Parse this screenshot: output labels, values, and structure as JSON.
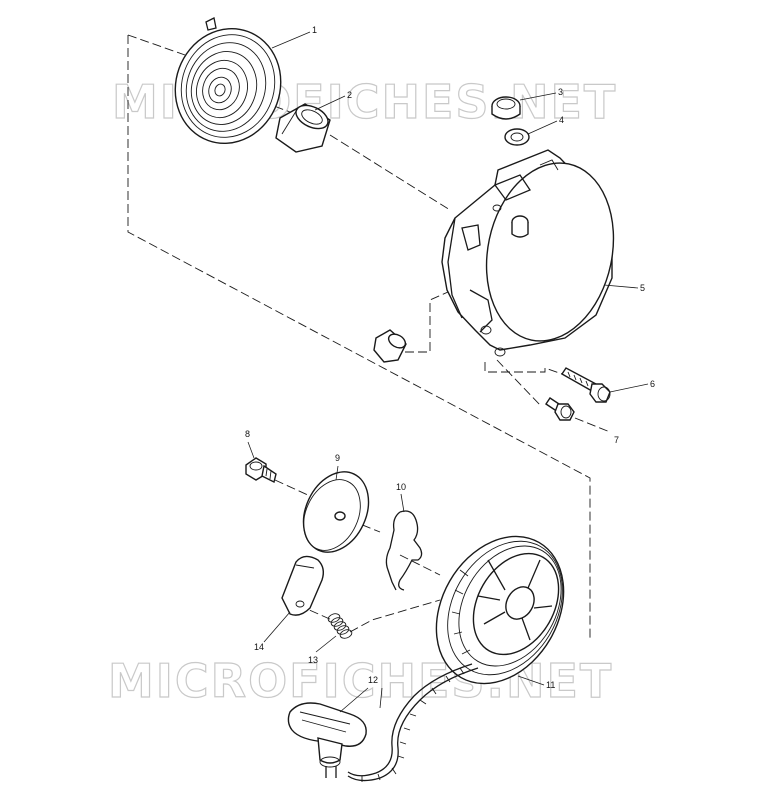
{
  "watermark": {
    "text": "MICROFICHES.NET",
    "color": "#c9c9c9"
  },
  "callouts": [
    {
      "id": "1",
      "label": "1"
    },
    {
      "id": "2",
      "label": "2"
    },
    {
      "id": "3",
      "label": "3"
    },
    {
      "id": "4",
      "label": "4"
    },
    {
      "id": "5",
      "label": "5"
    },
    {
      "id": "6",
      "label": "6"
    },
    {
      "id": "7",
      "label": "7"
    },
    {
      "id": "8",
      "label": "8"
    },
    {
      "id": "9",
      "label": "9"
    },
    {
      "id": "10",
      "label": "10"
    },
    {
      "id": "11",
      "label": "11"
    },
    {
      "id": "12",
      "label": "12"
    },
    {
      "id": "13",
      "label": "13"
    },
    {
      "id": "14",
      "label": "14"
    }
  ]
}
